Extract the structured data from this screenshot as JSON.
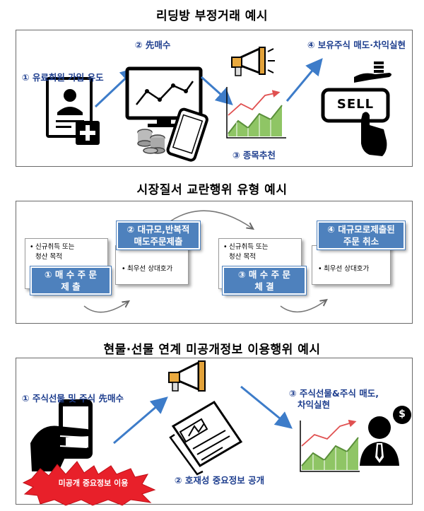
{
  "titles": {
    "s1": "리딩방 부정거래 예시",
    "s2": "시장질서 교란행위 유형 예시",
    "s3": "현물·선물 연계 미공개정보 이용행위 예시"
  },
  "section1": {
    "step1": "① 유료회원 가입 유도",
    "step2": "② 先매수",
    "step3": "③ 종목추천",
    "step4": "④ 보유주식 매도·차익실현",
    "sell_label": "SELL"
  },
  "section2": {
    "box1_note_a": "신규취득 또는",
    "box1_note_b": "청산 목적",
    "box1_btn_a": "① 매 수 주 문",
    "box1_btn_b": "제 출",
    "box2_btn_a": "② 대규모,반복적",
    "box2_btn_b": "매도주문제출",
    "box2_note": "최우선 상대호가",
    "box3_note_a": "신규취득 또는",
    "box3_note_b": "청산 목적",
    "box3_btn_a": "③  매 수 주 문",
    "box3_btn_b": "체 결",
    "box4_btn_a": "④ 대규모로제출된",
    "box4_btn_b": "주문 취소",
    "box4_note": "최우선 상대호가"
  },
  "section3": {
    "step1": "① 주식선물 및 주식 先매수",
    "step2": "② 호재성 중요정보 공개",
    "step3_a": "③ 주식선물&주식 매도,",
    "step3_b": "차익실현",
    "burst": "미공개 중요정보 이용",
    "dollar": "$"
  },
  "colors": {
    "label_blue": "#1f3f8f",
    "box_blue": "#4e81bd",
    "arrow_blue": "#3d7cc9",
    "chart_green": "#8fc565",
    "trend_red": "#e05050",
    "burst_red": "#e8202a"
  }
}
